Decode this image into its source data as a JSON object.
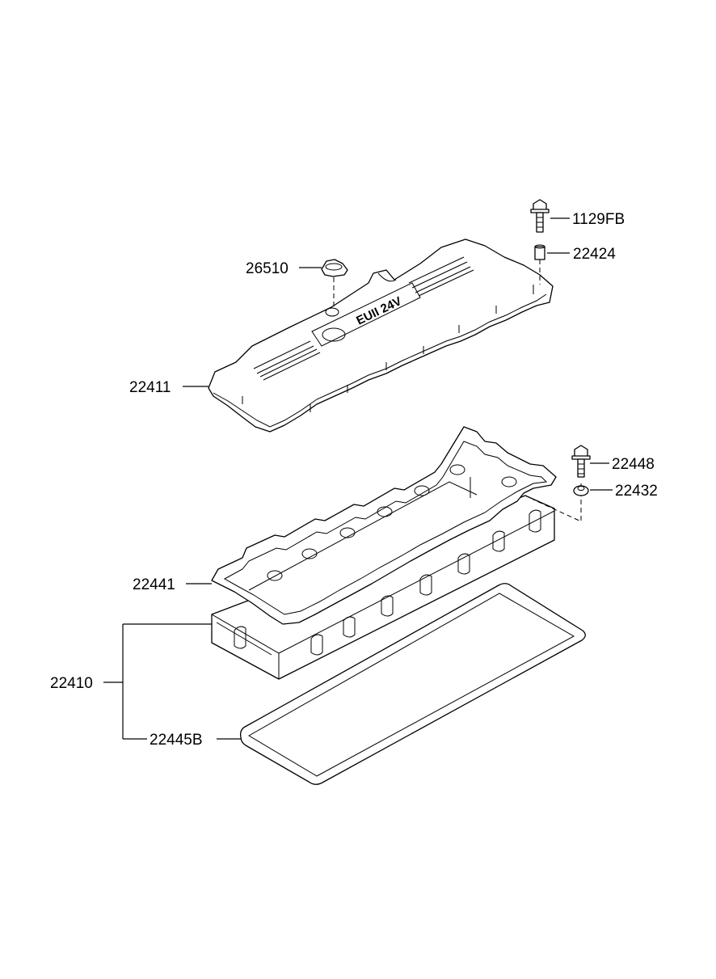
{
  "parts": {
    "bolt_top": "1129FB",
    "collar": "22424",
    "oil_cap": "26510",
    "cover_gasket": "22411",
    "bolt_lower": "22448",
    "washer": "22432",
    "gasket_plate": "22441",
    "assembly": "22410",
    "bottom_gasket": "22445B"
  },
  "cover_text": "EUII 24V"
}
